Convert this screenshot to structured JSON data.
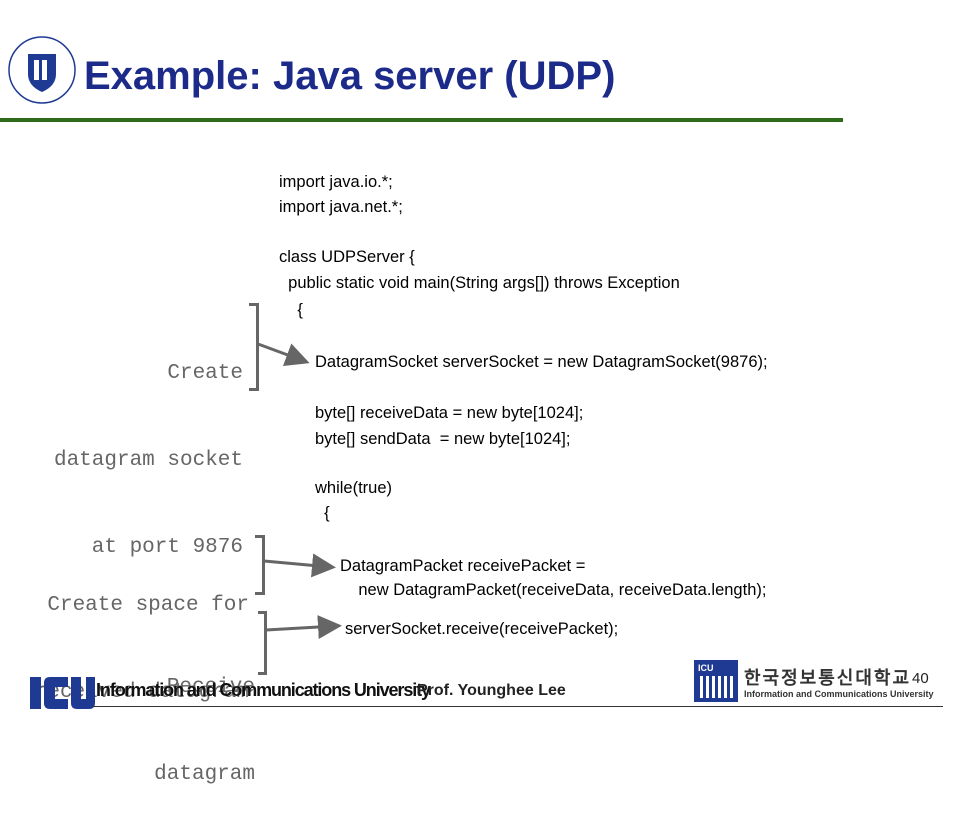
{
  "header": {
    "title": "Example: Java server (UDP)"
  },
  "code": {
    "lines": [
      "import java.io.*;",
      "import java.net.*;",
      "class UDPServer {",
      "  public static void main(String args[]) throws Exception",
      "    {",
      "DatagramSocket serverSocket = new DatagramSocket(9876);",
      "byte[] receiveData = new byte[1024];",
      "byte[] sendData  = new byte[1024];",
      "while(true)",
      "  {",
      "DatagramPacket receivePacket =",
      "    new DatagramPacket(receiveData, receiveData.length);",
      "serverSocket.receive(receivePacket);"
    ]
  },
  "annotations": {
    "create_socket": [
      "Create",
      "datagram socket",
      "at port 9876"
    ],
    "create_space": [
      "Create space for",
      "received datagram"
    ],
    "receive": [
      "Receive",
      "datagram"
    ]
  },
  "footer": {
    "university": "Information and Communications University",
    "professor": "Prof. Younghee Lee",
    "korean_name": "한국정보통신대학교",
    "english_name": "Information and Communications University",
    "page_number": "40"
  },
  "colors": {
    "title": "#1c2a8a",
    "rule": "#2e6b1a",
    "annotation": "#666666",
    "icu_blue": "#1f3a93"
  },
  "icons": {
    "seal": "university-seal-icon",
    "icu": "icu-logo-icon",
    "icu_box": "icu-box-logo-icon"
  }
}
